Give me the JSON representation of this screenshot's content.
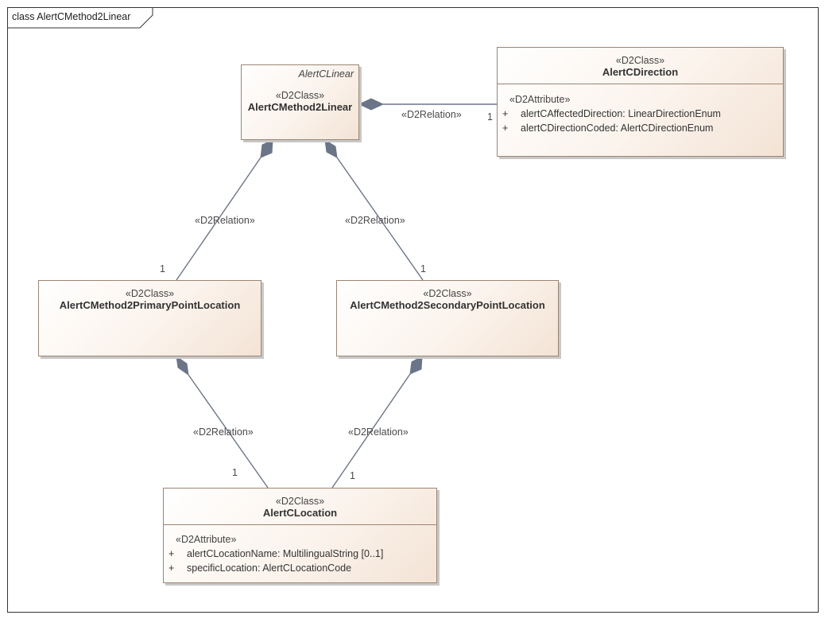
{
  "frame": {
    "title": "class AlertCMethod2Linear"
  },
  "classes": {
    "method2linear": {
      "abstract_parent": "AlertCLinear",
      "stereotype": "«D2Class»",
      "name": "AlertCMethod2Linear"
    },
    "direction": {
      "stereotype": "«D2Class»",
      "name": "AlertCDirection",
      "attr_stereotype": "«D2Attribute»",
      "attributes": [
        {
          "vis": "+",
          "text": "alertCAffectedDirection: LinearDirectionEnum"
        },
        {
          "vis": "+",
          "text": "alertCDirectionCoded: AlertCDirectionEnum"
        }
      ]
    },
    "primary": {
      "stereotype": "«D2Class»",
      "name": "AlertCMethod2PrimaryPointLocation"
    },
    "secondary": {
      "stereotype": "«D2Class»",
      "name": "AlertCMethod2SecondaryPointLocation"
    },
    "location": {
      "stereotype": "«D2Class»",
      "name": "AlertCLocation",
      "attr_stereotype": "«D2Attribute»",
      "attributes": [
        {
          "vis": "+",
          "text": "alertCLocationName: MultilingualString [0..1]"
        },
        {
          "vis": "+",
          "text": "specificLocation: AlertCLocationCode"
        }
      ]
    }
  },
  "relations": [
    {
      "label": "«D2Relation»",
      "multiplicity": "1"
    },
    {
      "label": "«D2Relation»",
      "multiplicity": "1"
    },
    {
      "label": "«D2Relation»",
      "multiplicity": "1"
    },
    {
      "label": "«D2Relation»",
      "multiplicity": "1"
    },
    {
      "label": "«D2Relation»",
      "multiplicity": "1"
    }
  ],
  "colors": {
    "line": "#6b7588",
    "class_border": "#9c8572",
    "class_fill": "#f3e3d5"
  }
}
